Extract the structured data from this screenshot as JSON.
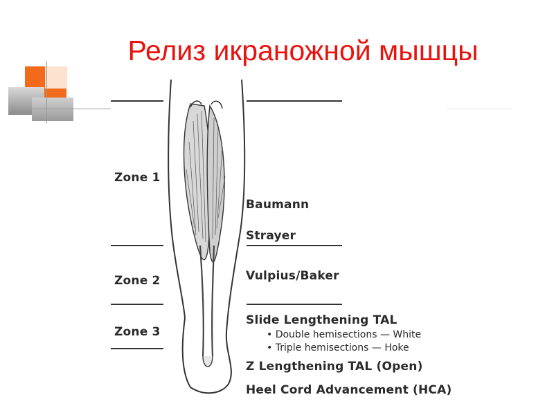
{
  "title": "Релиз икраножной мышцы",
  "zones": [
    "Zone 1",
    "Zone 2",
    "Zone 3"
  ],
  "procedures": {
    "baumann": "Baumann",
    "strayer": "Strayer",
    "vulpius": "Vulpius/Baker",
    "slide": "Slide Lengthening TAL",
    "slide_sub": [
      "• Double hemisections — White",
      "• Triple hemisections — Hoke"
    ],
    "z": "Z Lengthening TAL (Open)",
    "hca": "Heel Cord Advancement (HCA)"
  },
  "colors": {
    "title": "#e8130f",
    "accent_orange": "#f26a1b",
    "accent_gray": "#9a9a9a"
  }
}
